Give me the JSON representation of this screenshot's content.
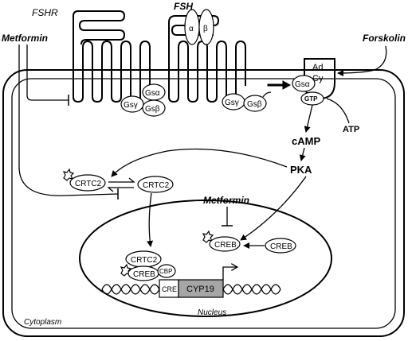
{
  "labels": {
    "fshr": "FSHR",
    "fsh": "FSH",
    "fsh_alpha": "α",
    "fsh_beta": "β",
    "metformin_top": "Metformin",
    "forskolin": "Forskolin",
    "gs_alpha_left": "Gsα",
    "gs_gamma_left": "Gsγ",
    "gs_beta_left": "Gsβ",
    "gs_gamma_mid": "Gsγ",
    "gs_beta_mid": "Gsβ",
    "adcy_line1": "Ad",
    "adcy_line2": "Cy",
    "gs_alpha_right": "Gsα",
    "gtp": "GTP",
    "atp": "ATP",
    "camp": "cAMP",
    "pka": "PKA",
    "crtc2_phospho": "CRTC2",
    "crtc2": "CRTC2",
    "metformin_nucleus": "Metformin",
    "creb_phospho": "CREB",
    "creb": "CREB",
    "crtc2_complex": "CRTC2",
    "creb_complex": "CREB",
    "cbp": "CBP",
    "cre": "CRE",
    "cyp19": "CYP19",
    "nucleus": "Nucleus",
    "cytoplasm": "Cytoplasm"
  },
  "colors": {
    "cyp19_fill": "#a6a6a6",
    "cre_fill": "#e6e6e6"
  }
}
